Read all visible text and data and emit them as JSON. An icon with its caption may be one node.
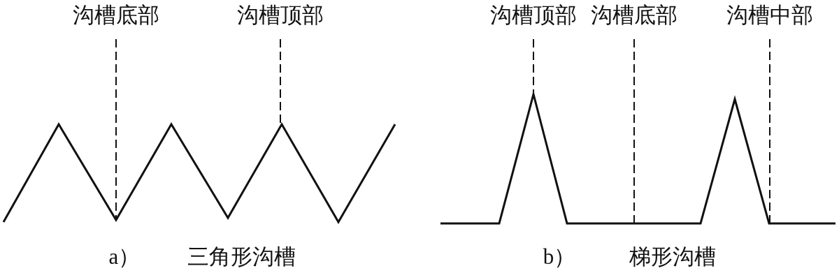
{
  "diagram": {
    "nodes": [
      {
        "text": [
          "沟槽底部"
        ]
      },
      {
        "text": [
          "沟槽顶部"
        ]
      },
      {
        "text": [
          "沟槽顶部"
        ]
      },
      {
        "text": [
          "沟槽底部"
        ]
      },
      {
        "text": [
          "沟槽中部"
        ]
      }
    ],
    "edges": [
      {
        "from": 0,
        "to": null,
        "arrow": "none",
        "style": "dashed"
      },
      {
        "from": 1,
        "to": null,
        "arrow": "none",
        "style": "dashed"
      },
      {
        "from": 2,
        "to": null,
        "arrow": "none",
        "style": "dashed"
      },
      {
        "from": 3,
        "to": null,
        "arrow": "none",
        "style": "dashed"
      },
      {
        "from": 4,
        "to": null,
        "arrow": "none",
        "style": "dashed"
      }
    ],
    "labels": [
      "a）",
      "三角形沟槽",
      "b）",
      "梯形沟槽"
    ]
  }
}
